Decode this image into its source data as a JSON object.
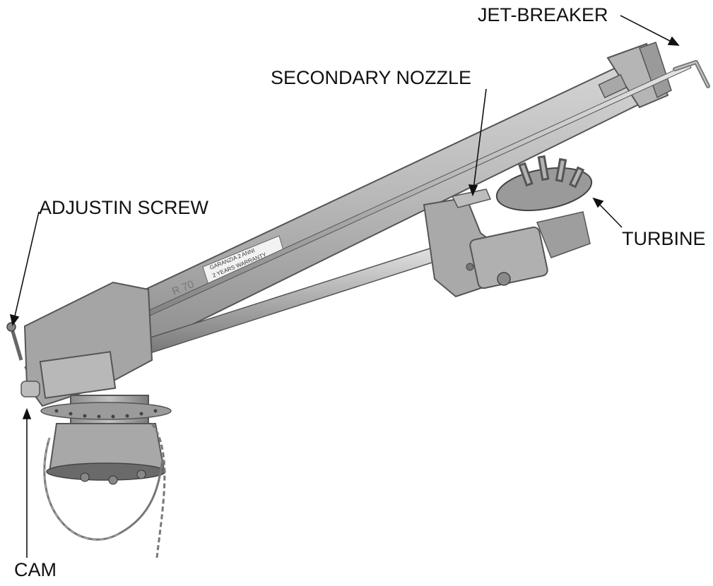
{
  "labels": {
    "jet_breaker": "JET-BREAKER",
    "secondary_nozzle": "SECONDARY NOZZLE",
    "adjusting_screw": "ADJUSTIN SCREW",
    "turbine": "TURBINE",
    "cam": "CAM"
  },
  "plate": {
    "line1": "GARANZIA 2 ANNI",
    "line2": "2 YEARS WARRANTY"
  },
  "model_mark": "R 70",
  "colors": {
    "background": "#ffffff",
    "text": "#111111",
    "metal_light": "#c9c9c9",
    "metal_mid": "#a3a3a3",
    "metal_dark": "#6e6e6e"
  }
}
